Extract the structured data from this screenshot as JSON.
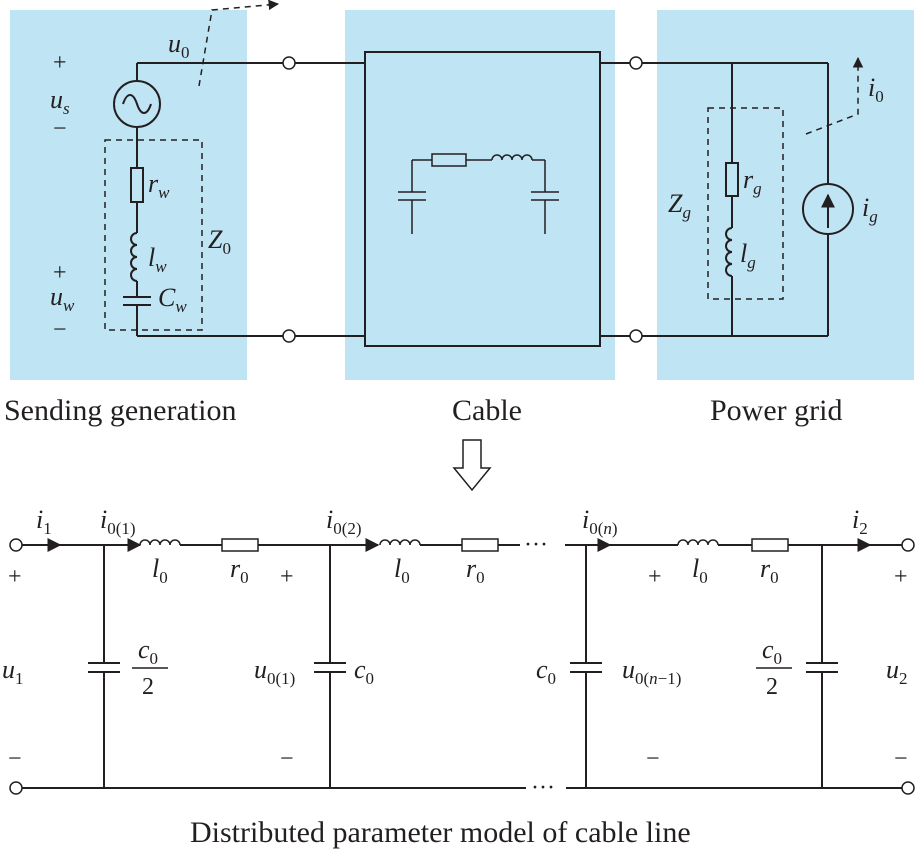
{
  "colors": {
    "panel": "#bfe4f4",
    "ink": "#231f20"
  },
  "captions": {
    "sending": "Sending generation",
    "cable": "Cable",
    "grid": "Power grid",
    "model": "Distributed parameter model of cable line"
  },
  "top": {
    "u0": {
      "base": "u",
      "sub": "0"
    },
    "us": {
      "base": "u",
      "sub": "s"
    },
    "rw": {
      "base": "r",
      "sub": "w"
    },
    "lw": {
      "base": "l",
      "sub": "w"
    },
    "Cw": {
      "base": "C",
      "sub": "w"
    },
    "uw": {
      "base": "u",
      "sub": "w"
    },
    "Z0": {
      "base": "Z",
      "sub": "0"
    },
    "Zg": {
      "base": "Z",
      "sub": "g"
    },
    "rg": {
      "base": "r",
      "sub": "g"
    },
    "lg": {
      "base": "l",
      "sub": "g"
    },
    "ig": {
      "base": "i",
      "sub": "g"
    },
    "i0": {
      "base": "i",
      "sub": "0"
    },
    "plus": "+",
    "minus": "−"
  },
  "bottom": {
    "i1": {
      "base": "i",
      "sub": "1"
    },
    "i01": {
      "base": "i",
      "sub": "0(1)"
    },
    "i02": {
      "base": "i",
      "sub": "0(2)"
    },
    "i0n": {
      "base": "i",
      "sub": "0(",
      "subi": "n",
      "subc": ")"
    },
    "i2": {
      "base": "i",
      "sub": "2"
    },
    "l0": {
      "base": "l",
      "sub": "0"
    },
    "r0": {
      "base": "r",
      "sub": "0"
    },
    "c0": {
      "base": "c",
      "sub": "0"
    },
    "half_den": "2",
    "u1": {
      "base": "u",
      "sub": "1"
    },
    "u2": {
      "base": "u",
      "sub": "2"
    },
    "u01": {
      "base": "u",
      "sub": "0(1)"
    },
    "u0n1": {
      "base": "u",
      "sub": "0(",
      "subi": "n",
      "subc": "−1)"
    },
    "ellipsis": "···",
    "plus": "+",
    "minus": "−"
  }
}
